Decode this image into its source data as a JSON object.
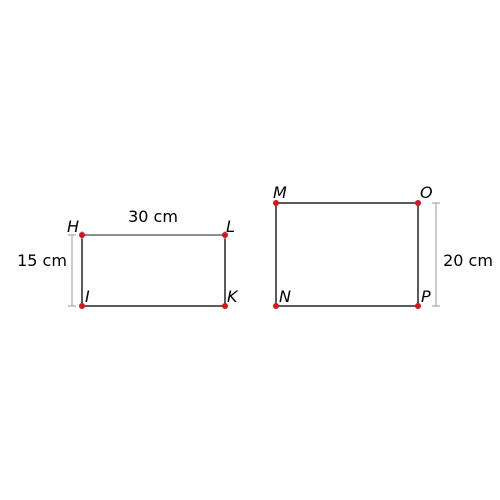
{
  "colors": {
    "edge": "#333333",
    "vertex_point": "#d9141a",
    "dimension_line": "#999999",
    "text": "#000000"
  },
  "rectangle_1": {
    "vertices": {
      "top_left": "H",
      "top_right": "L",
      "bottom_left": "I",
      "bottom_right": "K"
    },
    "width_label": "30 cm",
    "height_label": "15 cm"
  },
  "rectangle_2": {
    "vertices": {
      "top_left": "M",
      "top_right": "O",
      "bottom_left": "N",
      "bottom_right": "P"
    },
    "height_label": "20 cm"
  }
}
